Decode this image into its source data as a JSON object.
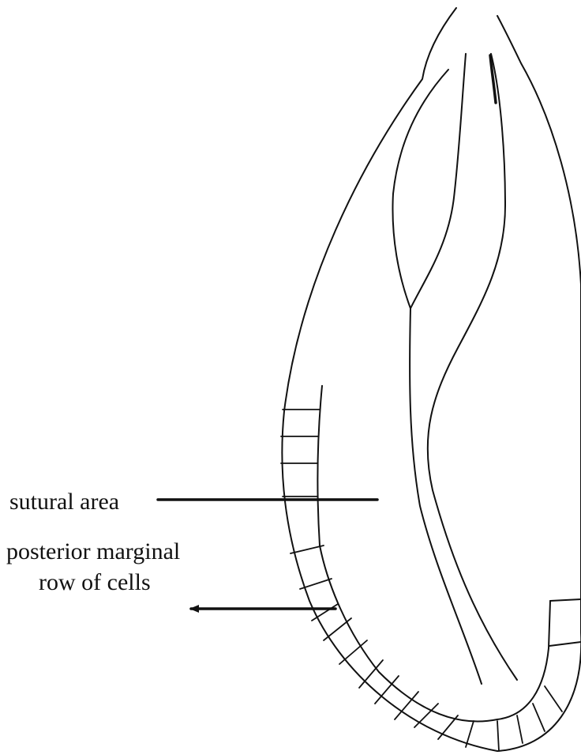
{
  "labels": {
    "sutural_area": "sutural area",
    "posterior_line1": "posterior marginal",
    "posterior_line2": "row of cells"
  },
  "colors": {
    "ink": "#111111",
    "background": "#ffffff"
  }
}
